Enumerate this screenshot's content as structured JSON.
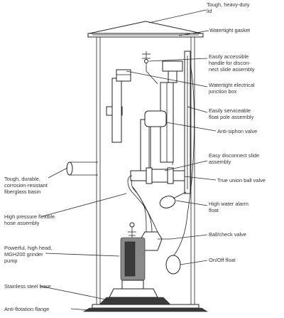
{
  "labels": {
    "lid": [
      "Tough, heavy-duty",
      "lid"
    ],
    "gasket": [
      "Watertight gasket"
    ],
    "handle": [
      "Easily accessible",
      "handle for discon-",
      "nect slide assembly"
    ],
    "junction_box": [
      "Watertight electrical",
      "junction box"
    ],
    "float_pole": [
      "Easily serviceable",
      "float pole assembly"
    ],
    "anti_siphon": [
      "Anti-siphon valve"
    ],
    "slide_assembly": [
      "Easy disconnect slide",
      "assembly"
    ],
    "basin": [
      "Tough, durable,",
      "corrosion-resistant",
      "fiberglass basin"
    ],
    "ball_valve": [
      "True union ball valve"
    ],
    "alarm_float": [
      "High water alarm",
      "float"
    ],
    "hose": [
      "High pressure flexible",
      "hose assembly"
    ],
    "check_valve": [
      "Ball/check valve"
    ],
    "pump": [
      "Powerful, high head,",
      "MGH200 grinder",
      "pump"
    ],
    "onoff_float": [
      "On/Off float"
    ],
    "base": [
      "Stainless steel base"
    ],
    "flange": [
      "Anti-flotation flange"
    ]
  },
  "colors": {
    "line": "#222222",
    "text": "#333333",
    "shade": "#3a3a3a"
  }
}
